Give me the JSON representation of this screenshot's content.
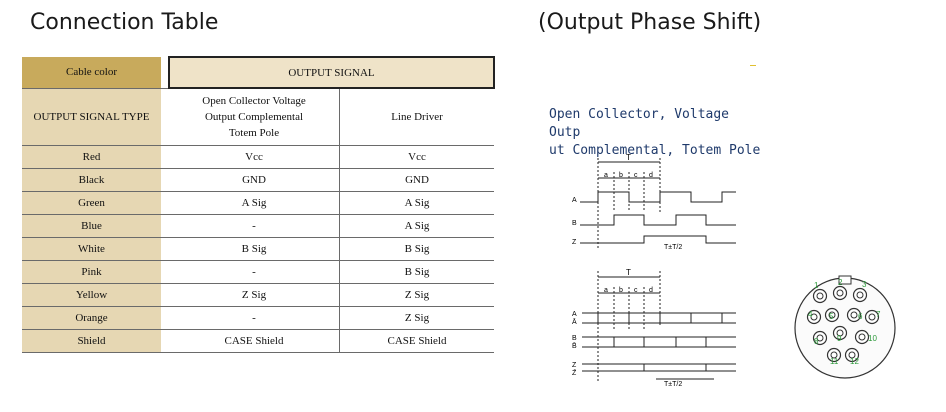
{
  "titles": {
    "connection": "Connection Table",
    "phase": "(Output Phase Shift)"
  },
  "table": {
    "cable_color_header": "Cable color",
    "output_signal_header": "OUTPUT SIGNAL",
    "signal_type_label": "OUTPUT SIGNAL TYPE",
    "col1_header_lines": [
      "Open Collector  Voltage",
      "Output  Complemental",
      "Totem Pole"
    ],
    "col2_header": "Line Driver",
    "rows": [
      {
        "color": "Red",
        "c1": "Vcc",
        "c2": "Vcc"
      },
      {
        "color": "Black",
        "c1": "GND",
        "c2": "GND"
      },
      {
        "color": "Green",
        "c1": "A Sig",
        "c2": "A Sig"
      },
      {
        "color": "Blue",
        "c1": "-",
        "c2": "A Sig"
      },
      {
        "color": "White",
        "c1": "B Sig",
        "c2": "B Sig"
      },
      {
        "color": "Pink",
        "c1": "-",
        "c2": "B Sig"
      },
      {
        "color": "Yellow",
        "c1": "Z Sig",
        "c2": "Z Sig"
      },
      {
        "color": "Orange",
        "c1": "-",
        "c2": "Z Sig"
      },
      {
        "color": "Shield",
        "c1": "CASE Shield",
        "c2": "CASE Shield"
      }
    ]
  },
  "phase_note_lines": [
    "Open Collector, Voltage Outp",
    "ut  Complemental, Totem Pole"
  ],
  "diagram1": {
    "period_label": "T",
    "segment_labels": [
      "a",
      "b",
      "c",
      "d"
    ],
    "channels": [
      "A",
      "B",
      "Z"
    ],
    "z_label": "T±T/2"
  },
  "diagram2": {
    "period_label": "T",
    "segment_labels": [
      "a",
      "b",
      "c",
      "d"
    ],
    "channels": [
      "A",
      "Ā",
      "B",
      "B̄",
      "Z",
      "Z̄"
    ],
    "z_label": "T±T/2"
  },
  "connector": {
    "pins": [
      "1",
      "2",
      "3",
      "4",
      "5",
      "6",
      "7",
      "8",
      "9",
      "10",
      "11",
      "12"
    ],
    "pin_color": "#2e9a3c"
  }
}
